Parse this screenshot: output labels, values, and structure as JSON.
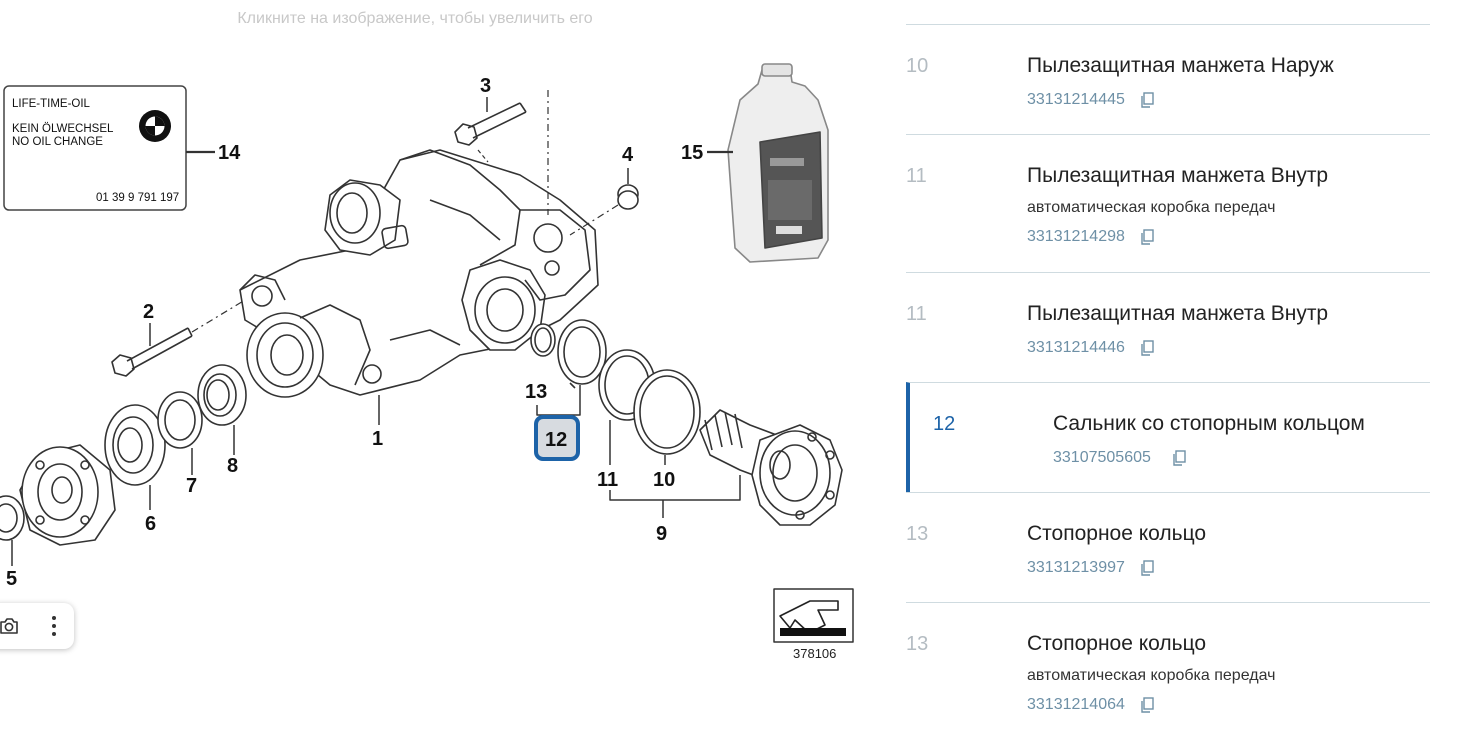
{
  "hint": "Кликните на изображение, чтобы увеличить его",
  "diagram": {
    "oil_label": {
      "line1": "LIFE-TIME-OIL",
      "line2": "KEIN ÖLWECHSEL",
      "line3": "NO OIL CHANGE",
      "code": "01 39 9 791 197"
    },
    "callouts": {
      "n1": "1",
      "n2": "2",
      "n3": "3",
      "n4": "4",
      "n5": "5",
      "n6": "6",
      "n7": "7",
      "n8": "8",
      "n9": "9",
      "n10": "10",
      "n11": "11",
      "n12": "12",
      "n13": "13",
      "n14": "14",
      "n15": "15"
    },
    "selected_callout": "12",
    "reference_number": "378106",
    "accent_color": "#1d63a8"
  },
  "toolbar": {
    "camera_icon": "camera-icon",
    "more_icon": "more-vertical-icon"
  },
  "parts": [
    {
      "pos": "10",
      "name": "Пылезащитная манжета Наруж",
      "desc": "",
      "code": "33131214445"
    },
    {
      "pos": "11",
      "name": "Пылезащитная манжета Внутр",
      "desc": "автоматическая коробка передач",
      "code": "33131214298"
    },
    {
      "pos": "11",
      "name": "Пылезащитная манжета Внутр",
      "desc": "",
      "code": "33131214446"
    },
    {
      "pos": "12",
      "name": "Сальник со стопорным кольцом",
      "desc": "",
      "code": "33107505605",
      "active": true
    },
    {
      "pos": "13",
      "name": "Стопорное кольцо",
      "desc": "",
      "code": "33131213997"
    },
    {
      "pos": "13",
      "name": "Стопорное кольцо",
      "desc": "автоматическая коробка передач",
      "code": "33131214064"
    }
  ],
  "copy_icon": "copy-icon"
}
